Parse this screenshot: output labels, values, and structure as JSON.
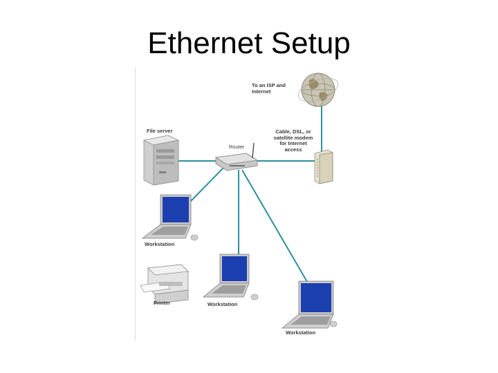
{
  "slide": {
    "title": "Ethernet Setup"
  },
  "diagram": {
    "labels": {
      "isp": "To an ISP and\nInternet",
      "file_server": "File server",
      "modem": "Cable, DSL, or\nsatellite modem\nfor Internet\naccess",
      "router": "Router",
      "workstation_1": "Workstation",
      "printer": "Printer",
      "workstation_2": "Workstation",
      "workstation_3": "Workstation"
    },
    "colors": {
      "cable": "#2a8f9c",
      "screen": "#1c3fb0",
      "device_body": "#d8d8d8"
    },
    "nodes": [
      "globe-icon",
      "file-server-icon",
      "modem-icon",
      "router-icon",
      "laptop-icon",
      "printer-icon",
      "laptop-icon",
      "laptop-icon"
    ]
  }
}
